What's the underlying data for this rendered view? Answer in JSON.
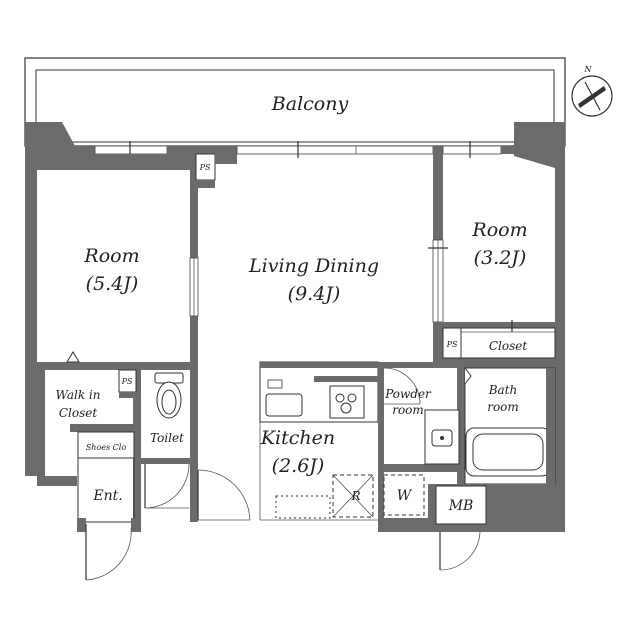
{
  "rooms": {
    "balcony": "Balcony",
    "room_left": {
      "name": "Room",
      "size": "(5.4J)"
    },
    "living": {
      "name": "Living Dining",
      "size": "(9.4J)"
    },
    "room_right": {
      "name": "Room",
      "size": "(3.2J)"
    },
    "kitchen": {
      "name": "Kitchen",
      "size": "(2.6J)"
    },
    "walk_in_closet": {
      "line1": "Walk in",
      "line2": "Closet"
    },
    "toilet": "Toilet",
    "shoes_closet": "Shoes Clo",
    "entrance": "Ent.",
    "powder_room": {
      "line1": "Powder",
      "line2": "room"
    },
    "bath_room": {
      "line1": "Bath",
      "line2": "room"
    },
    "closet": "Closet",
    "mb": "MB",
    "washer": "W",
    "fridge": "R",
    "ps_labels": [
      "PS",
      "PS",
      "PS"
    ]
  },
  "compass": {
    "north": "N"
  },
  "colors": {
    "wall": "#6b6b6b",
    "line": "#333333"
  }
}
